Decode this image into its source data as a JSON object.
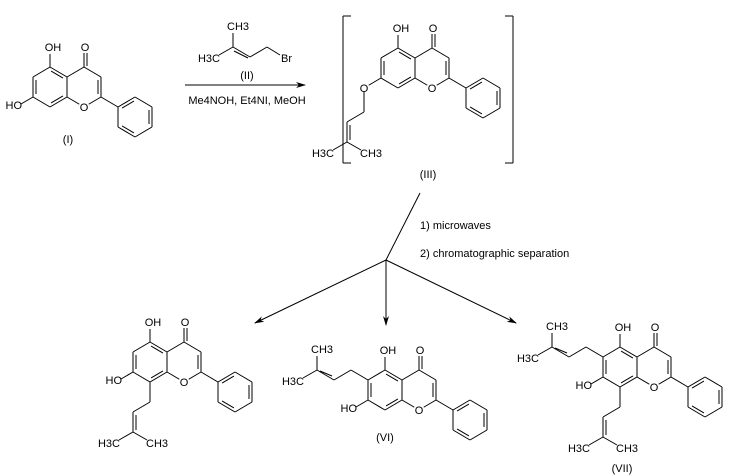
{
  "compounds": {
    "I": {
      "label": "(I)"
    },
    "II": {
      "label": "(II)"
    },
    "III": {
      "label": "(III)"
    },
    "VI": {
      "label": "(VI)"
    },
    "VII": {
      "label": "(VII)"
    }
  },
  "reagents": {
    "step1": "Me4NOH, Et4NI, MeOH",
    "step2_line1": "1) microwaves",
    "step2_line2": "2) chromatographic separation"
  },
  "atom_labels": {
    "hydroxyl": "OH",
    "hydroxyl_left": "HO",
    "oxygen": "O",
    "methyl": "CH3",
    "methyl_left": "H3C",
    "bromine": "Br"
  },
  "colors": {
    "ink": "#000000",
    "background": "#ffffff"
  }
}
